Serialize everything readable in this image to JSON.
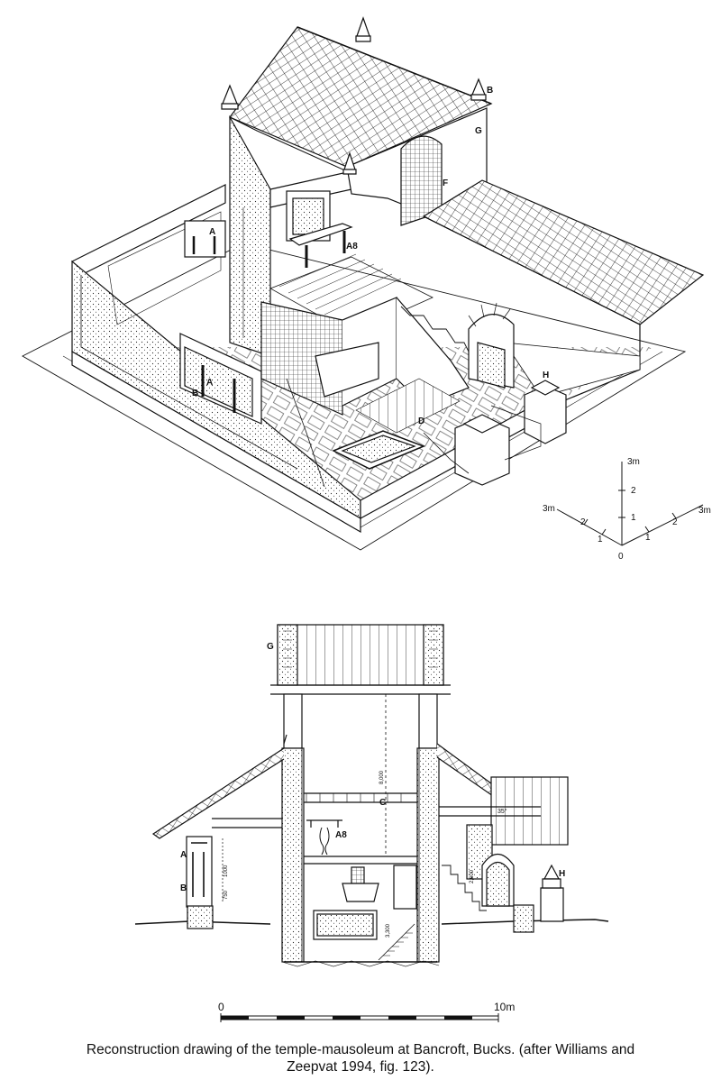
{
  "labels": {
    "A": "A",
    "B": "B",
    "A8": "A8",
    "C": "C",
    "D": "D",
    "F": "F",
    "G": "G",
    "H": "H"
  },
  "axis_scale": {
    "x_end": "3m",
    "y_end": "3m",
    "z_end": "3m",
    "ticks": [
      "0",
      "1",
      "2"
    ]
  },
  "section_dims": {
    "height_main": "8,000",
    "height_window": "1000",
    "height_low": "750",
    "stair_height": "2,600",
    "stair_going": "3,300",
    "roof_angle": "35°"
  },
  "scale_bar": {
    "start": "0",
    "end": "10m"
  },
  "caption": {
    "line1": "Reconstruction drawing of the temple-mausoleum at Bancroft, Bucks. (after Williams and",
    "line2": "Zeepvat 1994, fig. 123)."
  }
}
